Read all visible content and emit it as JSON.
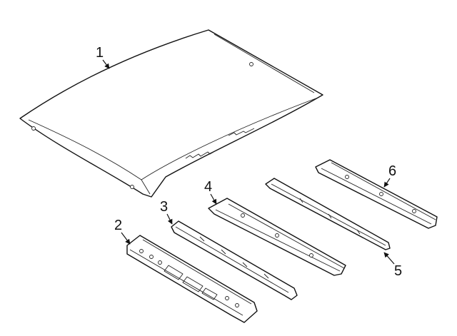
{
  "callouts": [
    {
      "id": "roof-panel",
      "label": "1"
    },
    {
      "id": "front-header",
      "label": "2"
    },
    {
      "id": "front-bow",
      "label": "3"
    },
    {
      "id": "center-bow",
      "label": "4"
    },
    {
      "id": "rear-bow",
      "label": "5"
    },
    {
      "id": "rear-header",
      "label": "6"
    }
  ],
  "colors": {
    "line": "#111111",
    "background": "#ffffff"
  }
}
